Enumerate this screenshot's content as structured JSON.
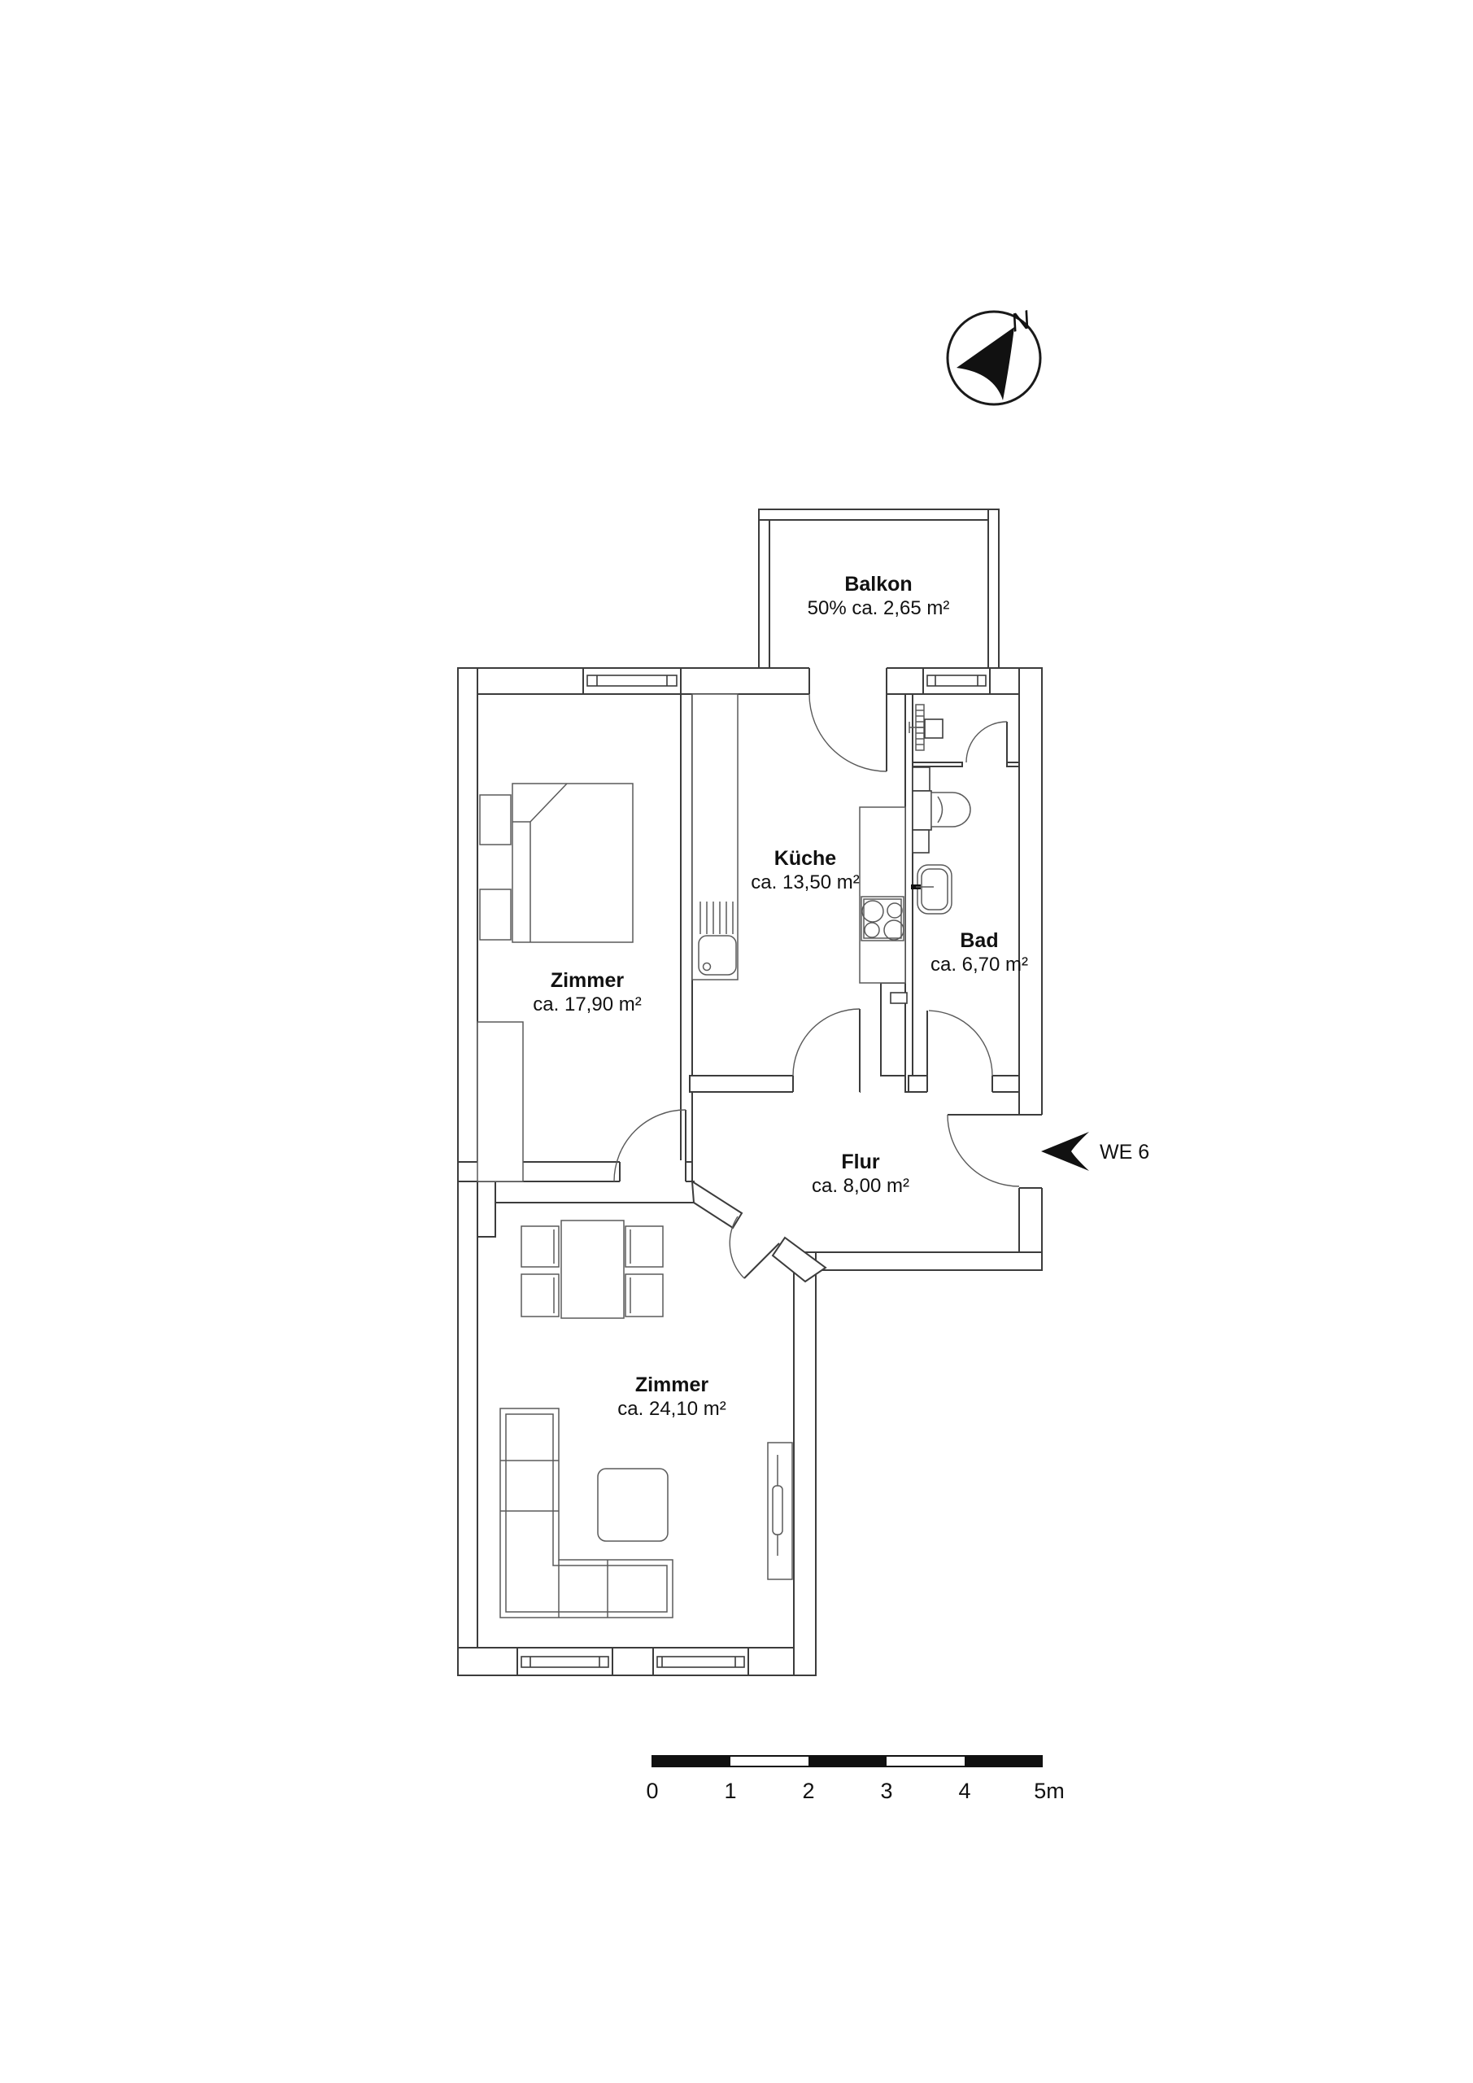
{
  "north_indicator": {
    "label": "N"
  },
  "rooms": {
    "balkon": {
      "name": "Balkon",
      "area": "50% ca. 2,65 m²"
    },
    "kueche": {
      "name": "Küche",
      "area": "ca. 13,50 m²"
    },
    "bad": {
      "name": "Bad",
      "area": "ca. 6,70 m²"
    },
    "zimmer1": {
      "name": "Zimmer",
      "area": "ca. 17,90 m²"
    },
    "flur": {
      "name": "Flur",
      "area": "ca. 8,00 m²"
    },
    "zimmer2": {
      "name": "Zimmer",
      "area": "ca. 24,10 m²"
    }
  },
  "entrance": {
    "label": "WE 6"
  },
  "scale_bar": {
    "ticks": [
      "0",
      "1",
      "2",
      "3",
      "4",
      "5m"
    ]
  },
  "colors": {
    "line": "#3c3c3c",
    "fill": "#ffffff",
    "solid": "#111111"
  }
}
